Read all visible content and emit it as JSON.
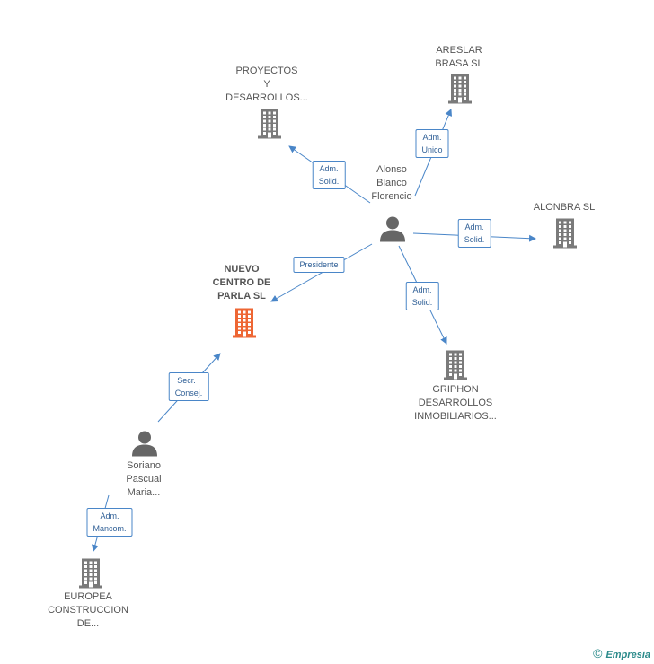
{
  "colors": {
    "edge": "#4a86c8",
    "company": "#7a7a7a",
    "focus": "#ee6633",
    "person": "#666666"
  },
  "nodes": [
    {
      "id": "nuevo",
      "kind": "company",
      "focus": true,
      "lines": [
        "NUEVO",
        "CENTRO DE",
        "PARLA SL"
      ]
    },
    {
      "id": "proyectos",
      "kind": "company",
      "lines": [
        "PROYECTOS",
        "Y",
        "DESARROLLOS..."
      ]
    },
    {
      "id": "areslar",
      "kind": "company",
      "lines": [
        "ARESLAR",
        "BRASA SL"
      ]
    },
    {
      "id": "alonbra",
      "kind": "company",
      "lines": [
        "ALONBRA SL"
      ]
    },
    {
      "id": "griphon",
      "kind": "company",
      "lines": [
        "GRIPHON",
        "DESARROLLOS",
        "INMOBILIARIOS..."
      ]
    },
    {
      "id": "europea",
      "kind": "company",
      "lines": [
        "EUROPEA",
        "CONSTRUCCION",
        "DE..."
      ]
    },
    {
      "id": "alonso",
      "kind": "person",
      "lines": [
        "Alonso",
        "Blanco",
        "Florencio"
      ]
    },
    {
      "id": "soriano",
      "kind": "person",
      "lines": [
        "Soriano",
        "Pascual",
        "Maria..."
      ]
    }
  ],
  "edges": [
    {
      "from": "alonso",
      "to": "proyectos",
      "lines": [
        "Adm.",
        "Solid."
      ]
    },
    {
      "from": "alonso",
      "to": "areslar",
      "lines": [
        "Adm.",
        "Unico"
      ]
    },
    {
      "from": "alonso",
      "to": "alonbra",
      "lines": [
        "Adm.",
        "Solid."
      ]
    },
    {
      "from": "alonso",
      "to": "griphon",
      "lines": [
        "Adm.",
        "Solid."
      ]
    },
    {
      "from": "alonso",
      "to": "nuevo",
      "lines": [
        "Presidente"
      ]
    },
    {
      "from": "soriano",
      "to": "nuevo",
      "lines": [
        "Secr. ,",
        "Consej."
      ]
    },
    {
      "from": "soriano",
      "to": "europea",
      "lines": [
        "Adm.",
        "Mancom."
      ]
    }
  ],
  "footer": {
    "copyright": "©",
    "brand": "Empresia"
  }
}
